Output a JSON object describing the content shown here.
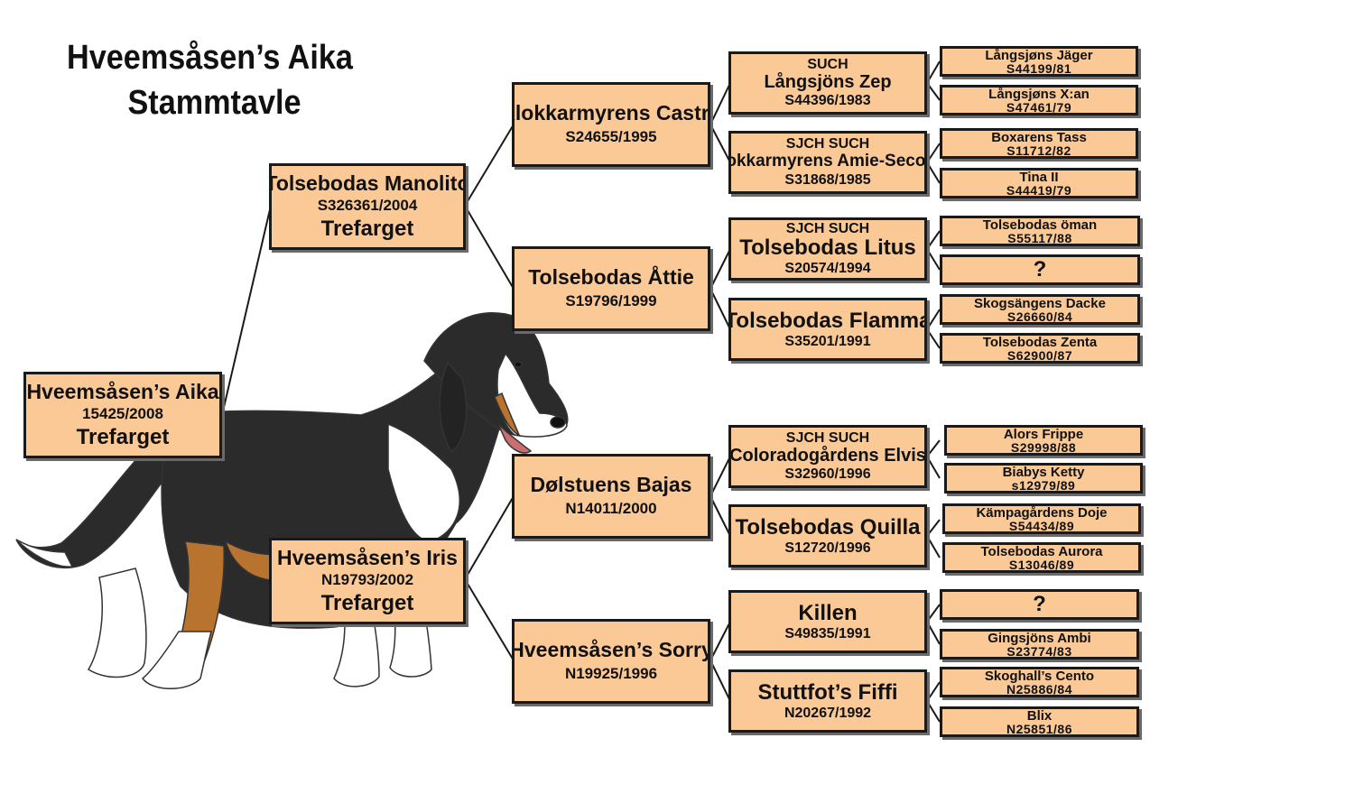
{
  "header": {
    "title_line1": "Hveemsåsen’s Aika",
    "title_line2": "Stammtavle"
  },
  "colors": {
    "box_fill": "#fbc996",
    "box_border": "#1a1a1a",
    "connector": "#1a1a1a"
  },
  "subject": {
    "name": "Hveemsåsen’s Aika",
    "reg": "15425/2008",
    "color": "Trefarget"
  },
  "parents": {
    "sire": {
      "name": "Tolsebodas Manolito",
      "reg": "S326361/2004",
      "color": "Trefarget"
    },
    "dam": {
      "name": "Hveemsåsen’s Iris",
      "reg": "N19793/2002",
      "color": "Trefarget"
    }
  },
  "grandparents": [
    {
      "name": "Klokkarmyrens Castro",
      "reg": "S24655/1995"
    },
    {
      "name": "Tolsebodas Åttie",
      "reg": "S19796/1999"
    },
    {
      "name": "Dølstuens Bajas",
      "reg": "N14011/2000"
    },
    {
      "name": "Hveemsåsen’s Sorry",
      "reg": "N19925/1996"
    }
  ],
  "great_grandparents": [
    {
      "honors": "SUCH",
      "name": "Långsjöns Zep",
      "reg": "S44396/1983"
    },
    {
      "honors": "SJCH SUCH",
      "name": "Klokkarmyrens Amie-Second",
      "reg": "S31868/1985"
    },
    {
      "honors": "SJCH SUCH",
      "name": "Tolsebodas Litus",
      "reg": "S20574/1994"
    },
    {
      "honors": "",
      "name": "Tolsebodas Flamma",
      "reg": "S35201/1991"
    },
    {
      "honors": "SJCH SUCH",
      "name": "Coloradogårdens Elvis",
      "reg": "S32960/1996"
    },
    {
      "honors": "",
      "name": "Tolsebodas Quilla",
      "reg": "S12720/1996"
    },
    {
      "honors": "",
      "name": "Killen",
      "reg": "S49835/1991"
    },
    {
      "honors": "",
      "name": "Stuttfot’s Fiffi",
      "reg": "N20267/1992"
    }
  ],
  "gg_grandparents": [
    {
      "name": "Långsjøns Jäger",
      "reg": "S44199/81"
    },
    {
      "name": "Långsjøns X:an",
      "reg": "S47461/79"
    },
    {
      "name": "Boxarens Tass",
      "reg": "S11712/82"
    },
    {
      "name": "Tina II",
      "reg": "S44419/79"
    },
    {
      "name": "Tolsebodas öman",
      "reg": "S55117/88"
    },
    {
      "name": "?",
      "reg": ""
    },
    {
      "name": "Skogsängens Dacke",
      "reg": "S26660/84"
    },
    {
      "name": "Tolsebodas Zenta",
      "reg": "S62900/87"
    },
    {
      "name": "Alors Frippe",
      "reg": "S29998/88"
    },
    {
      "name": "Biabys Ketty",
      "reg": "s12979/89"
    },
    {
      "name": "Kämpagårdens Doje",
      "reg": "S54434/89"
    },
    {
      "name": "Tolsebodas Aurora",
      "reg": "S13046/89"
    },
    {
      "name": "?",
      "reg": ""
    },
    {
      "name": "Gingsjöns Ambi",
      "reg": "S23774/83"
    },
    {
      "name": "Skoghall’s Cento",
      "reg": "N25886/84"
    },
    {
      "name": "Blix",
      "reg": "N25851/86"
    }
  ]
}
